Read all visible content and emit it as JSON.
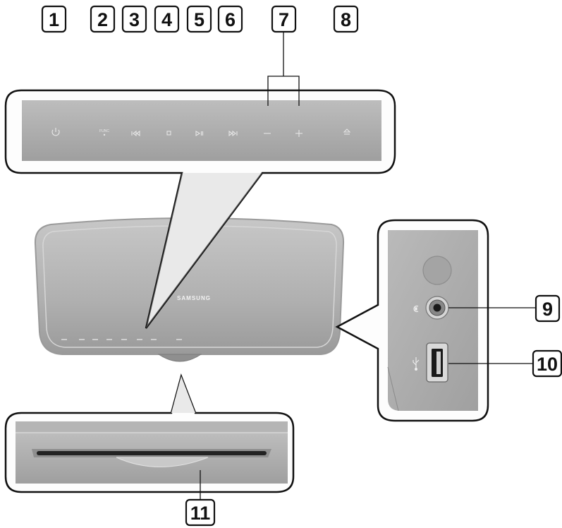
{
  "callouts": {
    "c1": "1",
    "c2": "2",
    "c3": "3",
    "c4": "4",
    "c5": "5",
    "c6": "6",
    "c7": "7",
    "c8": "8",
    "c9": "9",
    "c10": "10",
    "c11": "11"
  },
  "panel": {
    "func_label": "FUNC",
    "brand": "SAMSUNG"
  },
  "icons": {
    "power": "power-icon",
    "func": "function-icon",
    "previous": "skip-previous-icon",
    "stop": "stop-icon",
    "play_pause": "play-pause-icon",
    "next": "skip-next-icon",
    "volume_down": "volume-down-icon",
    "volume_up": "volume-up-icon",
    "eject": "eject-icon",
    "headphone": "headphone-icon",
    "usb": "usb-icon"
  },
  "colors": {
    "panel_surface": "#a9a9a9",
    "outline": "#111111",
    "callout_fill": "#ffffff"
  }
}
